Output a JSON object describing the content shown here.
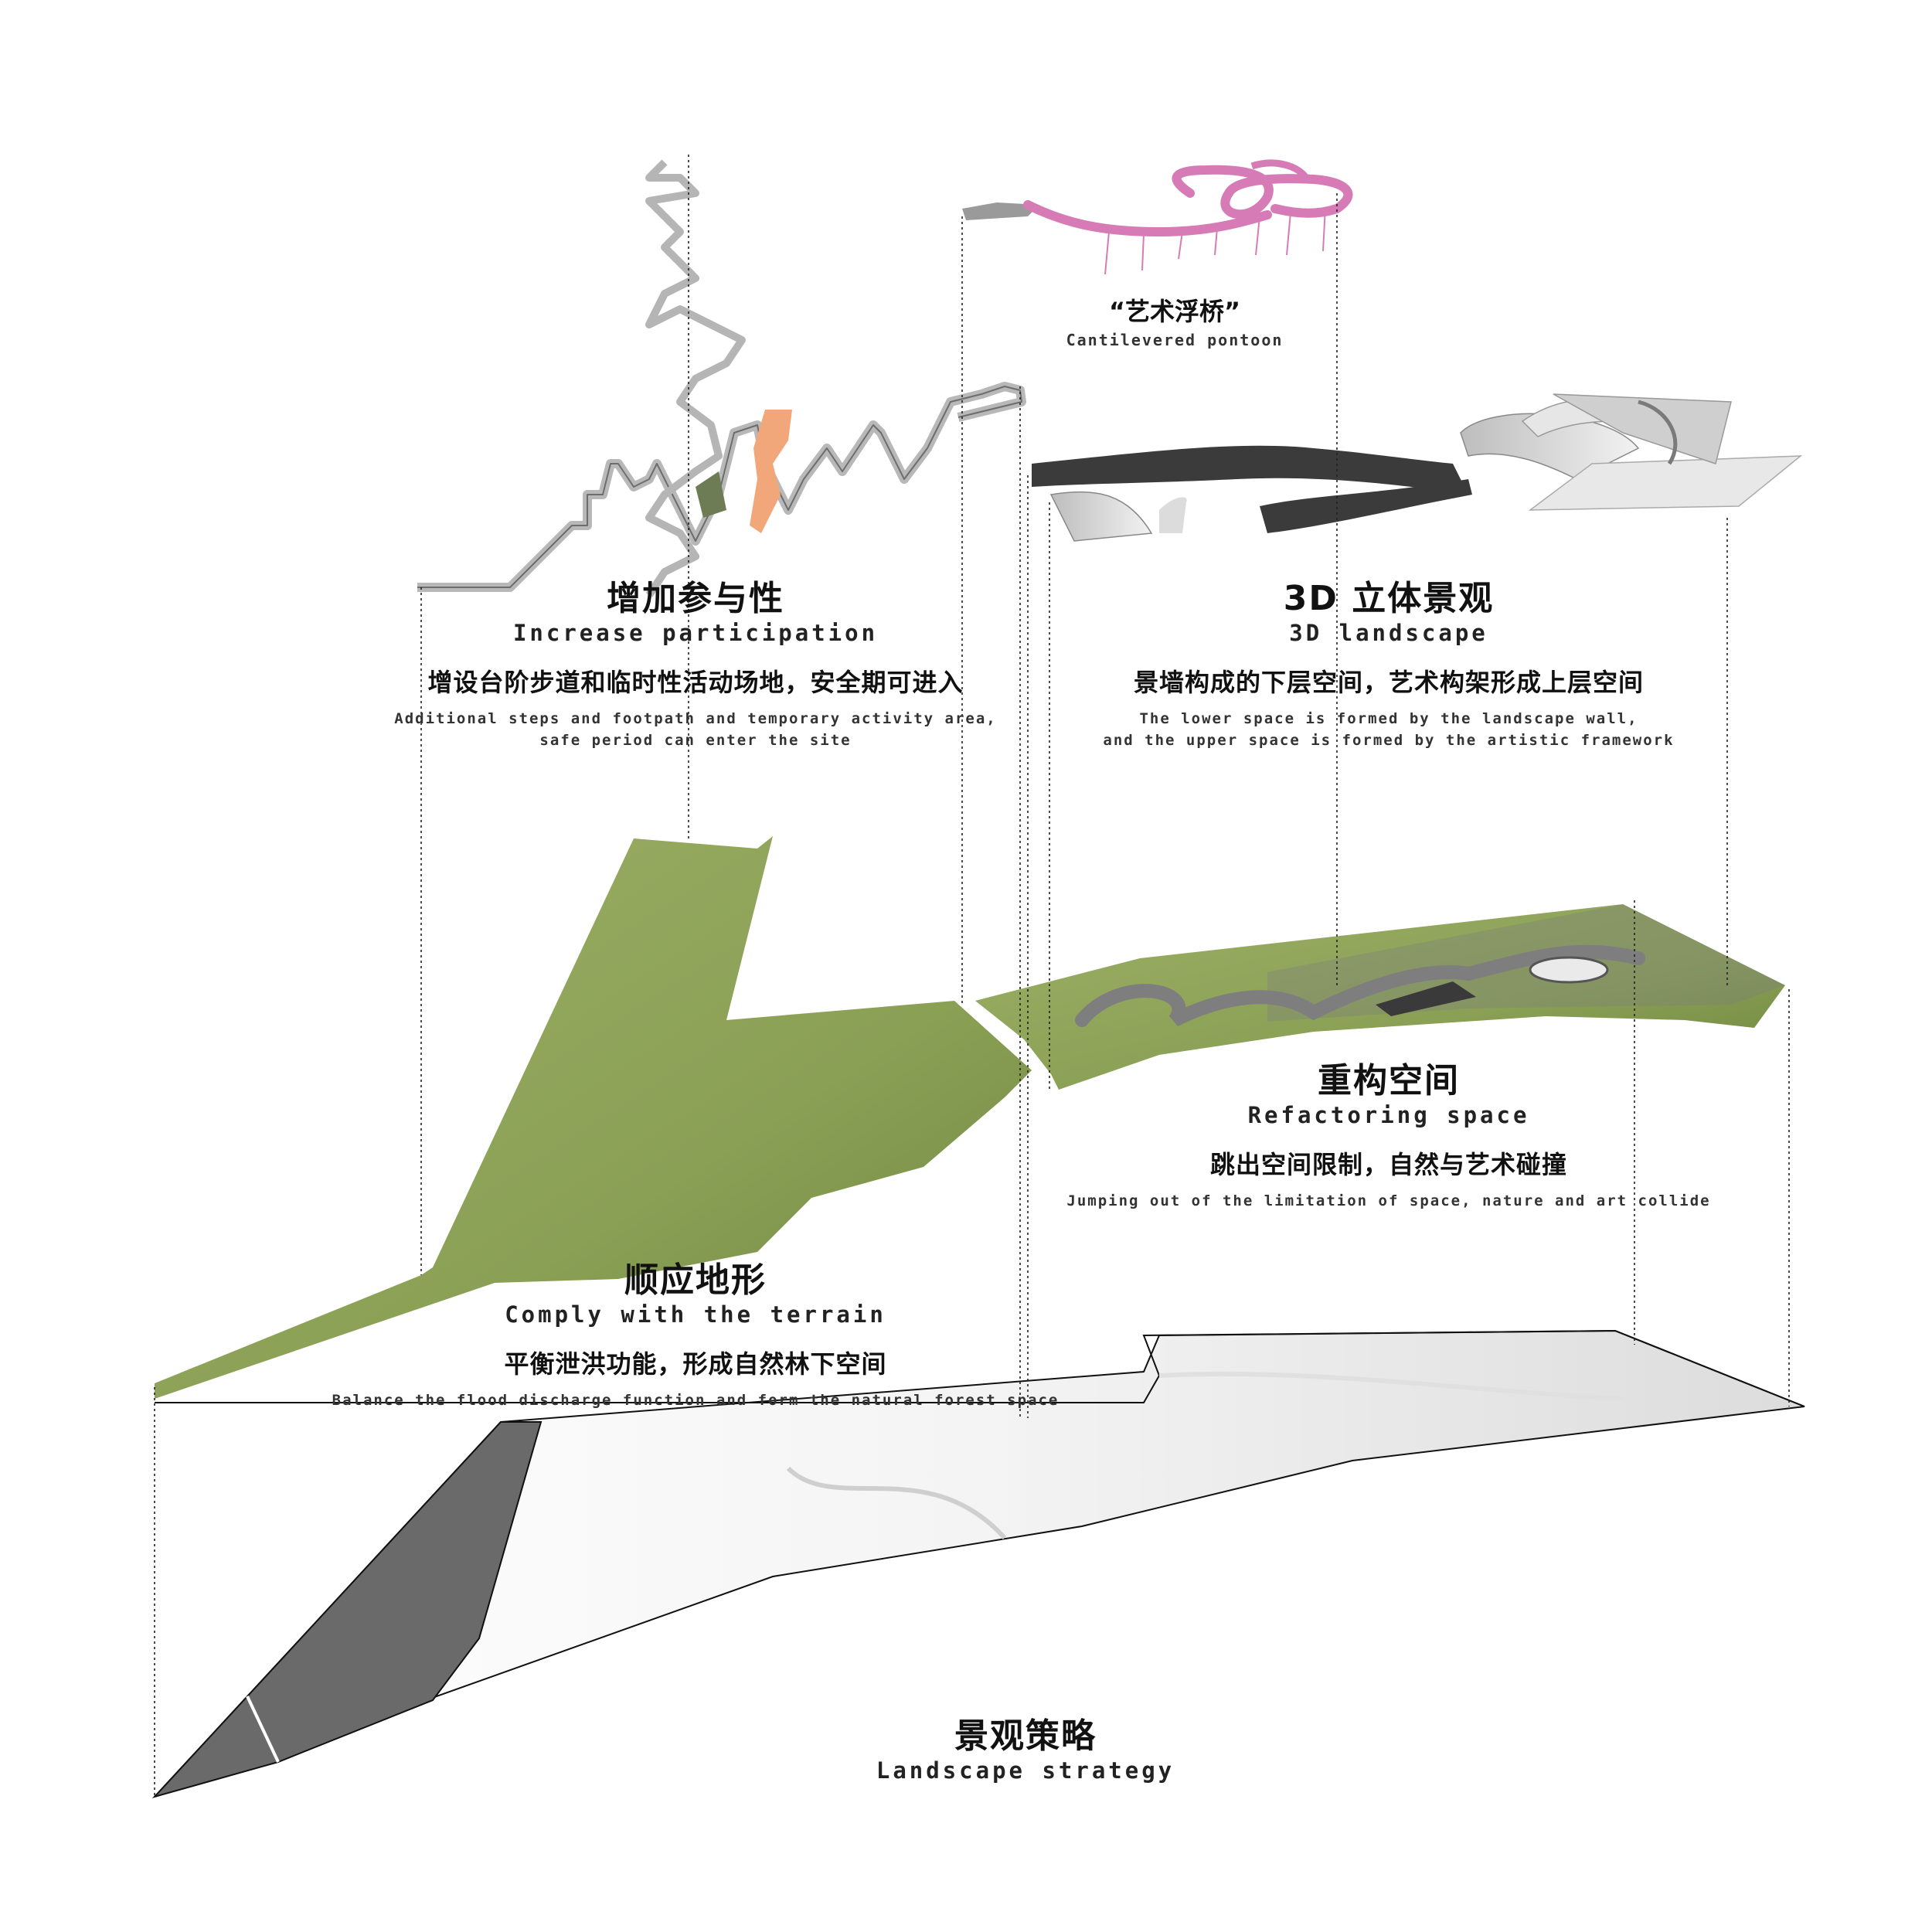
{
  "diagram": {
    "main": {
      "zh": "景观策略",
      "en": "Landscape strategy"
    },
    "layers": [
      {
        "id": "participation",
        "zh_title": "增加参与性",
        "en_title": "Increase participation",
        "zh_desc": "增设台阶步道和临时性活动场地，安全期可进入",
        "en_desc_1": "Additional steps and footpath and temporary activity area,",
        "en_desc_2": "safe period can enter the site"
      },
      {
        "id": "landscape-3d",
        "zh_title": "3D 立体景观",
        "en_title": "3D landscape",
        "zh_desc": "景墙构成的下层空间，艺术构架形成上层空间",
        "en_desc_1": "The lower space is formed by the landscape wall,",
        "en_desc_2": "and the upper space is formed by the artistic framework"
      },
      {
        "id": "refactoring",
        "zh_title": "重构空间",
        "en_title": "Refactoring space",
        "zh_desc": "跳出空间限制，自然与艺术碰撞",
        "en_desc_1": "Jumping out of the limitation of space, nature and art collide"
      },
      {
        "id": "terrain",
        "zh_title": "顺应地形",
        "en_title": "Comply with the terrain",
        "zh_desc": "平衡泄洪功能，形成自然林下空间",
        "en_desc_1": "Balance the flood discharge function and form the natural forest space"
      }
    ],
    "pontoon": {
      "zh": "“艺术浮桥”",
      "en": "Cantilevered pontoon"
    },
    "colors": {
      "grass": "#8fa55a",
      "grass_dark": "#6f8740",
      "pink": "#d77bb6",
      "orange": "#f2a77a",
      "dark_wall": "#3d3d3d",
      "light_wall": "#d9d9d9",
      "base_dark": "#666666"
    }
  }
}
